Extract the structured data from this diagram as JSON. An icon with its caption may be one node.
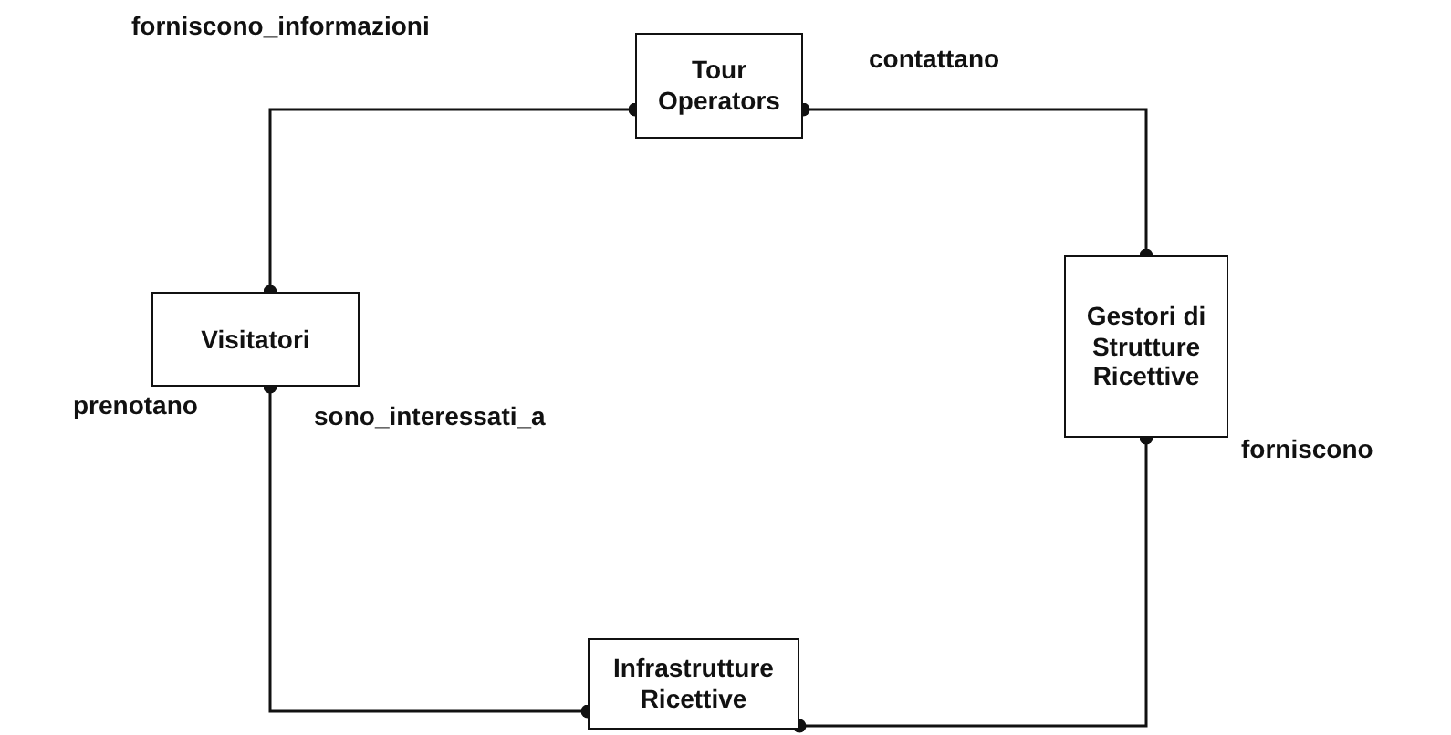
{
  "diagram": {
    "nodes": [
      {
        "text": [
          "Tour Operators"
        ]
      },
      {
        "text": [
          "Visitatori"
        ]
      },
      {
        "text": [
          "Gestori di Strutture Ricettive"
        ]
      },
      {
        "text": [
          "Infrastrutture Ricettive"
        ]
      }
    ],
    "edges": [
      {
        "from": 1,
        "to": 0,
        "arrow": "other",
        "label": "forniscono_informazioni"
      },
      {
        "from": 0,
        "to": 2,
        "arrow": "other",
        "label": "contattano"
      },
      {
        "from": 2,
        "to": 3,
        "arrow": "other",
        "label": "forniscono"
      },
      {
        "from": 1,
        "to": 3,
        "arrow": "other",
        "label": "sono_interessati_a"
      }
    ],
    "labels": [
      "prenotano"
    ]
  }
}
